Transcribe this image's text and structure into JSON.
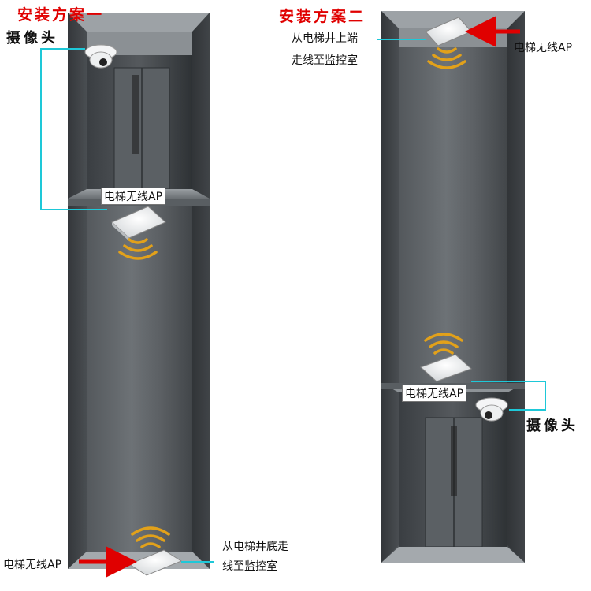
{
  "scheme1": {
    "title": "安装方案一",
    "camera_label": "摄像头",
    "ap_label_car": "电梯无线AP",
    "ap_label_bottom": "电梯无线AP",
    "wiring_note_line1": "从电梯井底走",
    "wiring_note_line2": "线至监控室"
  },
  "scheme2": {
    "title": "安装方案二",
    "wiring_note_line1": "从电梯井上端",
    "wiring_note_line2": "走线至监控室",
    "ap_label_top": "电梯无线AP",
    "ap_label_car": "电梯无线AP",
    "camera_label": "摄像头"
  },
  "colors": {
    "title": "#e00000",
    "connector_line": "#1ec8d8",
    "arrow": "#e00000",
    "signal_waves": "#e2a11a",
    "shaft_dark": "#3a3d40",
    "shaft_light": "#7b8084"
  }
}
